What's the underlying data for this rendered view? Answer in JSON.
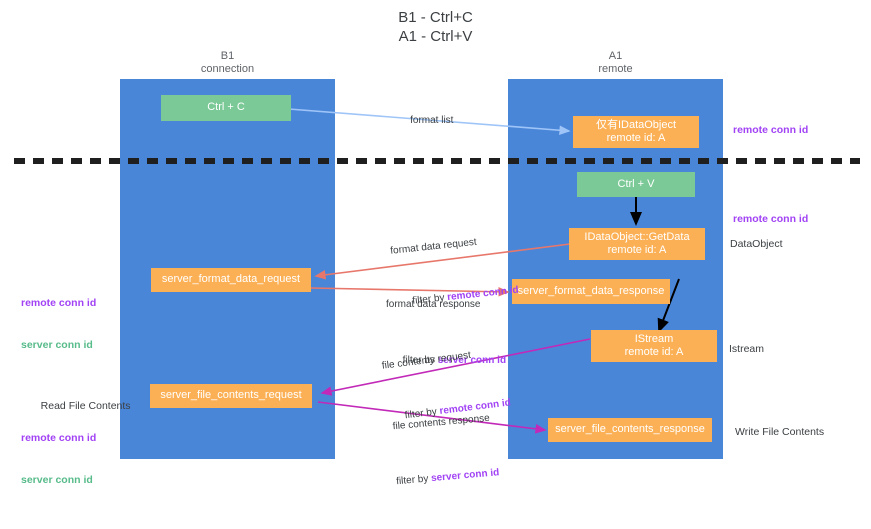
{
  "title": {
    "line1": "B1 - Ctrl+C",
    "line2": "A1 - Ctrl+V"
  },
  "lanes": [
    {
      "id": "b1",
      "header_line1": "B1",
      "header_line2": "connection",
      "color": "#4a86d8"
    },
    {
      "id": "a1",
      "header_line1": "A1",
      "header_line2": "remote",
      "color": "#4a86d8"
    }
  ],
  "nodes": [
    {
      "id": "ctrl-c",
      "line1": "Ctrl + C",
      "line2": "",
      "color": "#7bc996"
    },
    {
      "id": "idataobject",
      "line1": "仅有IDataObject",
      "line2": "remote id: A",
      "color": "#fbb055"
    },
    {
      "id": "ctrl-v",
      "line1": "Ctrl + V",
      "line2": "",
      "color": "#7bc996"
    },
    {
      "id": "idataobject-getdata",
      "line1": "IDataObject::GetData",
      "line2": "remote id: A",
      "color": "#fbb055"
    },
    {
      "id": "server-format-data-request",
      "line1": "server_format_data_request",
      "line2": "",
      "color": "#fbb055"
    },
    {
      "id": "server-format-data-response",
      "line1": "server_format_data_response",
      "line2": "",
      "color": "#fbb055"
    },
    {
      "id": "istream",
      "line1": "IStream",
      "line2": "remote id: A",
      "color": "#fbb055"
    },
    {
      "id": "server-file-contents-request",
      "line1": "server_file_contents_request",
      "line2": "",
      "color": "#fbb055"
    },
    {
      "id": "server-file-contents-response",
      "line1": "server_file_contents_response",
      "line2": "",
      "color": "#fbb055"
    }
  ],
  "edge_labels": [
    {
      "id": "format-list",
      "main": "format list",
      "filter_prefix": "",
      "filter_key": ""
    },
    {
      "id": "format-data-request",
      "main": "format data request",
      "filter_prefix": "filter by ",
      "filter_key": "remote conn id"
    },
    {
      "id": "format-data-response",
      "main": "format data response",
      "filter_prefix": "filter by ",
      "filter_key": "server conn id"
    },
    {
      "id": "file-contents-request",
      "main": "file contents request",
      "filter_prefix": "filter by ",
      "filter_key": "remote conn id"
    },
    {
      "id": "file-contents-response",
      "main": "file contents response",
      "filter_prefix": "filter by ",
      "filter_key": "server conn id"
    }
  ],
  "left_annotations": [
    {
      "id": "left-conn-ids",
      "remote": "remote conn id",
      "server": "server conn id",
      "caption": ""
    },
    {
      "id": "read-file-contents",
      "remote": "remote conn id",
      "server": "server conn id",
      "caption": "Read File Contents"
    }
  ],
  "right_annotations": [
    {
      "id": "right-remote-conn-id-top",
      "text": "remote conn id",
      "style": "purple"
    },
    {
      "id": "right-remote-conn-id-mid",
      "text": "remote conn id",
      "style": "purple"
    },
    {
      "id": "right-dataobject",
      "text": "DataObject",
      "style": "plain"
    },
    {
      "id": "right-istream",
      "text": "Istream",
      "style": "plain"
    },
    {
      "id": "right-write-file-contents",
      "text": "Write File Contents",
      "style": "plain"
    }
  ],
  "colors": {
    "lane": "#4a86d8",
    "node_green": "#7bc996",
    "node_orange": "#fbb055",
    "arrow_lightblue": "#9fc5f8",
    "arrow_black": "#000000",
    "arrow_red": "#e8776b",
    "arrow_magenta": "#c229b8",
    "divider": "#1f1f1f",
    "purple_text": "#a142f4",
    "green_text": "#57bb8a"
  }
}
